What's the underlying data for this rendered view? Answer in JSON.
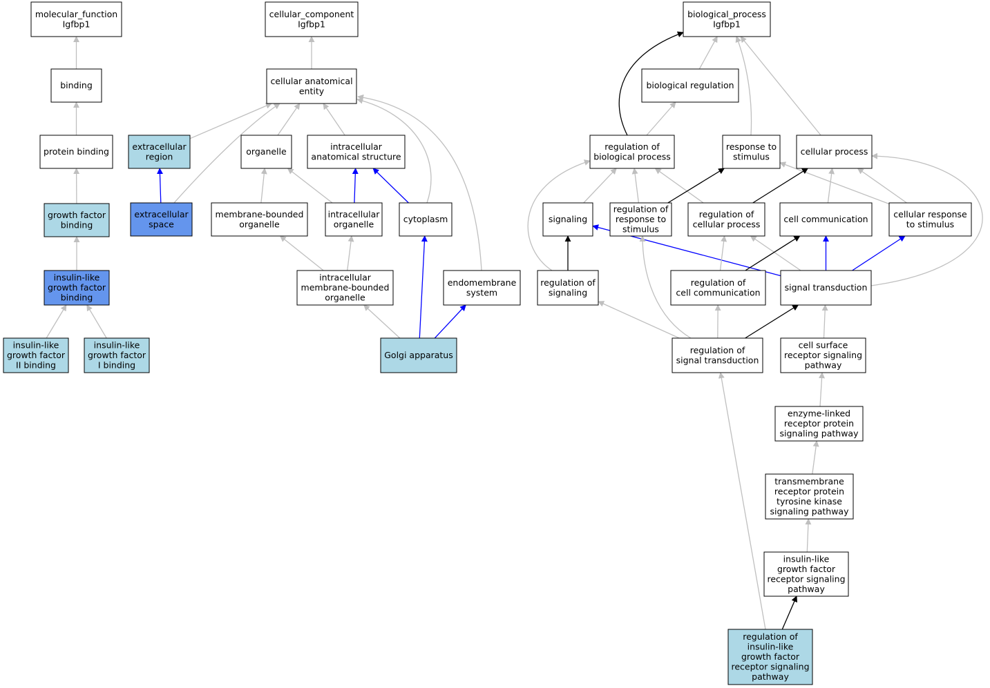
{
  "colors": {
    "plain": "#ffffff",
    "light": "#add8e6",
    "medium": "#6495ed",
    "edge_gray": "#bfbfbf",
    "edge_black": "#000000",
    "edge_blue": "#0000ff"
  },
  "nodes": [
    {
      "id": "mf",
      "lines": [
        "molecular_function",
        "Igfbp1"
      ],
      "fill": "plain"
    },
    {
      "id": "binding",
      "lines": [
        "binding"
      ],
      "fill": "plain"
    },
    {
      "id": "protein_binding",
      "lines": [
        "protein binding"
      ],
      "fill": "plain"
    },
    {
      "id": "gf_binding",
      "lines": [
        "growth factor",
        "binding"
      ],
      "fill": "light"
    },
    {
      "id": "igf_binding",
      "lines": [
        "insulin-like",
        "growth factor",
        "binding"
      ],
      "fill": "medium"
    },
    {
      "id": "igf2_binding",
      "lines": [
        "insulin-like",
        "growth factor",
        "II binding"
      ],
      "fill": "light"
    },
    {
      "id": "igf1_binding",
      "lines": [
        "insulin-like",
        "growth factor",
        "I binding"
      ],
      "fill": "light"
    },
    {
      "id": "cc",
      "lines": [
        "cellular_component",
        "Igfbp1"
      ],
      "fill": "plain"
    },
    {
      "id": "cae",
      "lines": [
        "cellular anatomical",
        "entity"
      ],
      "fill": "plain"
    },
    {
      "id": "ext_region",
      "lines": [
        "extracellular",
        "region"
      ],
      "fill": "light"
    },
    {
      "id": "organelle",
      "lines": [
        "organelle"
      ],
      "fill": "plain"
    },
    {
      "id": "ias",
      "lines": [
        "intracellular",
        "anatomical structure"
      ],
      "fill": "plain"
    },
    {
      "id": "ext_space",
      "lines": [
        "extracellular",
        "space"
      ],
      "fill": "medium"
    },
    {
      "id": "mbo",
      "lines": [
        "membrane-bounded",
        "organelle"
      ],
      "fill": "plain"
    },
    {
      "id": "io",
      "lines": [
        "intracellular",
        "organelle"
      ],
      "fill": "plain"
    },
    {
      "id": "cytoplasm",
      "lines": [
        "cytoplasm"
      ],
      "fill": "plain"
    },
    {
      "id": "imbo",
      "lines": [
        "intracellular",
        "membrane-bounded",
        "organelle"
      ],
      "fill": "plain"
    },
    {
      "id": "endomem",
      "lines": [
        "endomembrane",
        "system"
      ],
      "fill": "plain"
    },
    {
      "id": "golgi",
      "lines": [
        "Golgi apparatus"
      ],
      "fill": "light"
    },
    {
      "id": "bp",
      "lines": [
        "biological_process",
        "Igfbp1"
      ],
      "fill": "plain"
    },
    {
      "id": "bioreg",
      "lines": [
        "biological regulation"
      ],
      "fill": "plain"
    },
    {
      "id": "rbp",
      "lines": [
        "regulation of",
        "biological process"
      ],
      "fill": "plain"
    },
    {
      "id": "rts",
      "lines": [
        "response to",
        "stimulus"
      ],
      "fill": "plain"
    },
    {
      "id": "cp",
      "lines": [
        "cellular process"
      ],
      "fill": "plain"
    },
    {
      "id": "signaling",
      "lines": [
        "signaling"
      ],
      "fill": "plain"
    },
    {
      "id": "rrts",
      "lines": [
        "regulation of",
        "response to",
        "stimulus"
      ],
      "fill": "plain"
    },
    {
      "id": "rcp",
      "lines": [
        "regulation of",
        "cellular process"
      ],
      "fill": "plain"
    },
    {
      "id": "cc2",
      "lines": [
        "cell communication"
      ],
      "fill": "plain"
    },
    {
      "id": "crs",
      "lines": [
        "cellular response",
        "to stimulus"
      ],
      "fill": "plain"
    },
    {
      "id": "ros",
      "lines": [
        "regulation of",
        "signaling"
      ],
      "fill": "plain"
    },
    {
      "id": "rcc",
      "lines": [
        "regulation of",
        "cell communication"
      ],
      "fill": "plain"
    },
    {
      "id": "st",
      "lines": [
        "signal transduction"
      ],
      "fill": "plain"
    },
    {
      "id": "rst",
      "lines": [
        "regulation of",
        "signal transduction"
      ],
      "fill": "plain"
    },
    {
      "id": "csrsp",
      "lines": [
        "cell surface",
        "receptor signaling",
        "pathway"
      ],
      "fill": "plain"
    },
    {
      "id": "elrpsp",
      "lines": [
        "enzyme-linked",
        "receptor protein",
        "signaling pathway"
      ],
      "fill": "plain"
    },
    {
      "id": "trptksp",
      "lines": [
        "transmembrane",
        "receptor protein",
        "tyrosine kinase",
        "signaling pathway"
      ],
      "fill": "plain"
    },
    {
      "id": "igfrsp",
      "lines": [
        "insulin-like",
        "growth factor",
        "receptor signaling",
        "pathway"
      ],
      "fill": "plain"
    },
    {
      "id": "rigfrsp",
      "lines": [
        "regulation of",
        "insulin-like",
        "growth factor",
        "receptor signaling",
        "pathway"
      ],
      "fill": "light"
    }
  ],
  "edges": [
    {
      "from": "binding",
      "to": "mf",
      "color": "gray"
    },
    {
      "from": "protein_binding",
      "to": "binding",
      "color": "gray"
    },
    {
      "from": "gf_binding",
      "to": "protein_binding",
      "color": "gray"
    },
    {
      "from": "igf_binding",
      "to": "gf_binding",
      "color": "gray"
    },
    {
      "from": "igf2_binding",
      "to": "igf_binding",
      "color": "gray"
    },
    {
      "from": "igf1_binding",
      "to": "igf_binding",
      "color": "gray"
    },
    {
      "from": "cae",
      "to": "cc",
      "color": "gray"
    },
    {
      "from": "ext_region",
      "to": "cae",
      "color": "gray"
    },
    {
      "from": "organelle",
      "to": "cae",
      "color": "gray"
    },
    {
      "from": "ias",
      "to": "cae",
      "color": "gray"
    },
    {
      "from": "ext_space",
      "to": "cae",
      "color": "gray"
    },
    {
      "from": "cytoplasm",
      "to": "cae",
      "color": "gray"
    },
    {
      "from": "endomem",
      "to": "cae",
      "color": "gray"
    },
    {
      "from": "ext_space",
      "to": "ext_region",
      "color": "blue"
    },
    {
      "from": "mbo",
      "to": "organelle",
      "color": "gray"
    },
    {
      "from": "io",
      "to": "organelle",
      "color": "gray"
    },
    {
      "from": "io",
      "to": "ias",
      "color": "blue"
    },
    {
      "from": "cytoplasm",
      "to": "ias",
      "color": "blue"
    },
    {
      "from": "imbo",
      "to": "mbo",
      "color": "gray"
    },
    {
      "from": "imbo",
      "to": "io",
      "color": "gray"
    },
    {
      "from": "golgi",
      "to": "imbo",
      "color": "gray"
    },
    {
      "from": "golgi",
      "to": "cytoplasm",
      "color": "blue"
    },
    {
      "from": "golgi",
      "to": "endomem",
      "color": "blue"
    },
    {
      "from": "bioreg",
      "to": "bp",
      "color": "gray"
    },
    {
      "from": "rbp",
      "to": "bp",
      "color": "black"
    },
    {
      "from": "rts",
      "to": "bp",
      "color": "gray"
    },
    {
      "from": "cp",
      "to": "bp",
      "color": "gray"
    },
    {
      "from": "rbp",
      "to": "bioreg",
      "color": "gray"
    },
    {
      "from": "signaling",
      "to": "rbp",
      "color": "gray"
    },
    {
      "from": "rrts",
      "to": "rbp",
      "color": "gray"
    },
    {
      "from": "rcp",
      "to": "rbp",
      "color": "gray"
    },
    {
      "from": "ros",
      "to": "rbp",
      "color": "gray"
    },
    {
      "from": "rrts",
      "to": "rts",
      "color": "black"
    },
    {
      "from": "crs",
      "to": "rts",
      "color": "gray"
    },
    {
      "from": "rcp",
      "to": "cp",
      "color": "black"
    },
    {
      "from": "cc2",
      "to": "cp",
      "color": "gray"
    },
    {
      "from": "crs",
      "to": "cp",
      "color": "gray"
    },
    {
      "from": "st",
      "to": "cp",
      "color": "gray"
    },
    {
      "from": "ros",
      "to": "signaling",
      "color": "black"
    },
    {
      "from": "st",
      "to": "signaling",
      "color": "blue"
    },
    {
      "from": "rcc",
      "to": "rcp",
      "color": "gray"
    },
    {
      "from": "st",
      "to": "rcp",
      "color": "gray"
    },
    {
      "from": "rcc",
      "to": "cc2",
      "color": "black"
    },
    {
      "from": "st",
      "to": "cc2",
      "color": "blue"
    },
    {
      "from": "st",
      "to": "crs",
      "color": "blue"
    },
    {
      "from": "rst",
      "to": "ros",
      "color": "gray"
    },
    {
      "from": "rst",
      "to": "rcc",
      "color": "gray"
    },
    {
      "from": "rst",
      "to": "st",
      "color": "black"
    },
    {
      "from": "rst",
      "to": "rrts",
      "color": "gray"
    },
    {
      "from": "csrsp",
      "to": "st",
      "color": "gray"
    },
    {
      "from": "elrpsp",
      "to": "csrsp",
      "color": "gray"
    },
    {
      "from": "trptksp",
      "to": "elrpsp",
      "color": "gray"
    },
    {
      "from": "igfrsp",
      "to": "trptksp",
      "color": "gray"
    },
    {
      "from": "rigfrsp",
      "to": "igfrsp",
      "color": "black"
    },
    {
      "from": "rigfrsp",
      "to": "rst",
      "color": "gray"
    }
  ]
}
